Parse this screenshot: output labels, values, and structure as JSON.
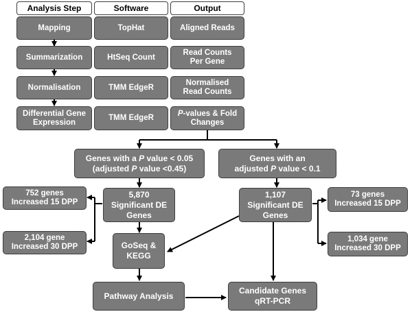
{
  "headers": {
    "analysis_step": "Analysis Step",
    "software": "Software",
    "output": "Output"
  },
  "rows": [
    {
      "step": [
        "Mapping"
      ],
      "software": [
        "TopHat"
      ],
      "output": [
        "Aligned Reads"
      ]
    },
    {
      "step": [
        "Summarization"
      ],
      "software": [
        "HtSeq Count"
      ],
      "output": [
        "Read Counts",
        "Per Gene"
      ]
    },
    {
      "step": [
        "Normalisation"
      ],
      "software": [
        "TMM EdgeR"
      ],
      "output": [
        "Normalised",
        "Read Counts"
      ]
    },
    {
      "step": [
        "Differential Gene",
        "Expression"
      ],
      "software": [
        "TMM EdgeR"
      ],
      "output_p": "P",
      "output_rest": "-values & Fold",
      "output_line2": "Changes"
    }
  ],
  "filters": {
    "left": {
      "l1a": "Genes with a ",
      "l1p": "P",
      "l1b": " value < 0.05",
      "l2a": "(adjusted ",
      "l2p": "P",
      "l2b": " value <0.45)"
    },
    "right": {
      "l1": "Genes with an",
      "l2a": "adjusted ",
      "l2p": "P",
      "l2b": " value  < 0.1"
    }
  },
  "de_left": {
    "count": "5,870",
    "l2": "Significant DE",
    "l3": "Genes"
  },
  "de_right": {
    "count": "1,107",
    "l2": "Significant DE",
    "l3": "Genes"
  },
  "left_out": {
    "a": {
      "l1": "752 genes",
      "l2": "Increased  15 DPP"
    },
    "b": {
      "l1": "2,104 gene",
      "l2": "Increased 30 DPP"
    }
  },
  "right_out": {
    "a": {
      "l1": "73 genes",
      "l2": "Increased  15 DPP"
    },
    "b": {
      "l1": "1,034 gene",
      "l2": "Increased 30 DPP"
    }
  },
  "goseq": {
    "l1": "GoSeq &",
    "l2": "KEGG"
  },
  "pathway": {
    "label": "Pathway Analysis"
  },
  "candidate": {
    "l1": "Candidate Genes",
    "l2": "qRT-PCR"
  },
  "colors": {
    "box_fill": "#7a7a7a",
    "box_border": "#3c3c3c",
    "text": "#ffffff",
    "arrow": "#000000"
  }
}
